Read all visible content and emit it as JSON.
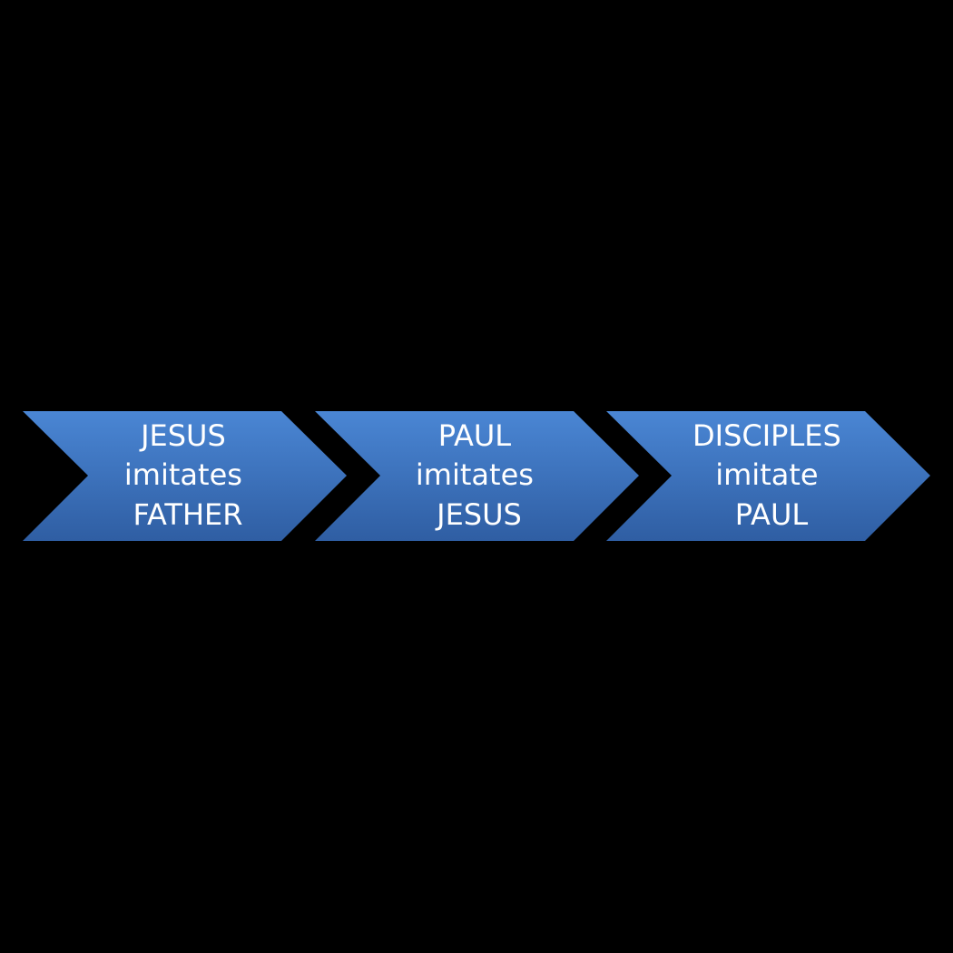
{
  "colors": {
    "background": "#000000",
    "chevron_top": "#4a86d4",
    "chevron_bottom": "#2f5ea3",
    "text": "#ffffff"
  },
  "steps": [
    {
      "lines": [
        "JESUS",
        "imitates",
        "FATHER"
      ]
    },
    {
      "lines": [
        "PAUL",
        "imitates",
        "JESUS"
      ]
    },
    {
      "lines": [
        "DISCIPLES",
        "imitate",
        "PAUL"
      ]
    }
  ]
}
